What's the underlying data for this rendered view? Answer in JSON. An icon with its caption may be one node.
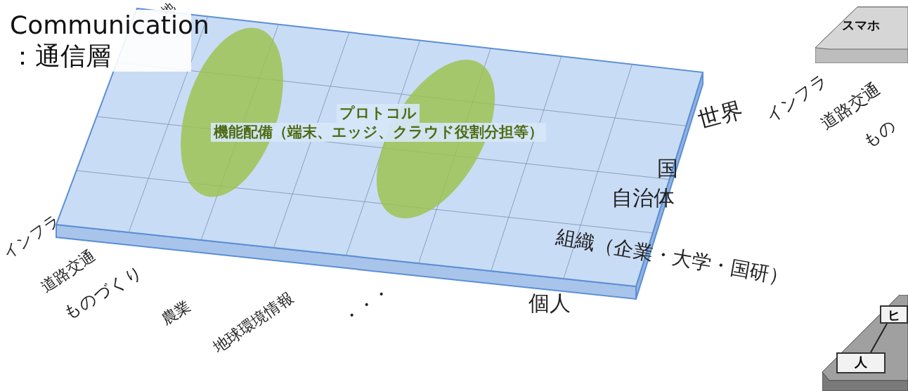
{
  "diagram": {
    "title": "Communication ：通信層",
    "nodes": [
      {
        "text": [
          "プロトコル",
          "機能配備（端末、エッジ、クラウド役割分担等）"
        ]
      },
      {
        "text": [
          "スマホ"
        ]
      },
      {
        "text": [],
        "shape": "box"
      },
      {
        "text": [
          "ヒ"
        ],
        "in": 2
      },
      {
        "text": [
          "人"
        ],
        "in": 2
      }
    ],
    "edges": [
      {
        "from": 3,
        "to": 4,
        "arrow": "none"
      }
    ],
    "labels": [
      "地",
      "世界",
      "インフラ",
      "道路交通",
      "もの",
      "国",
      "自治体",
      "組織（企業・大学・国研）",
      "インフラ",
      "道路交通",
      "ものづくり",
      "農業",
      "個人",
      "地球環境情報",
      "・・・"
    ]
  }
}
